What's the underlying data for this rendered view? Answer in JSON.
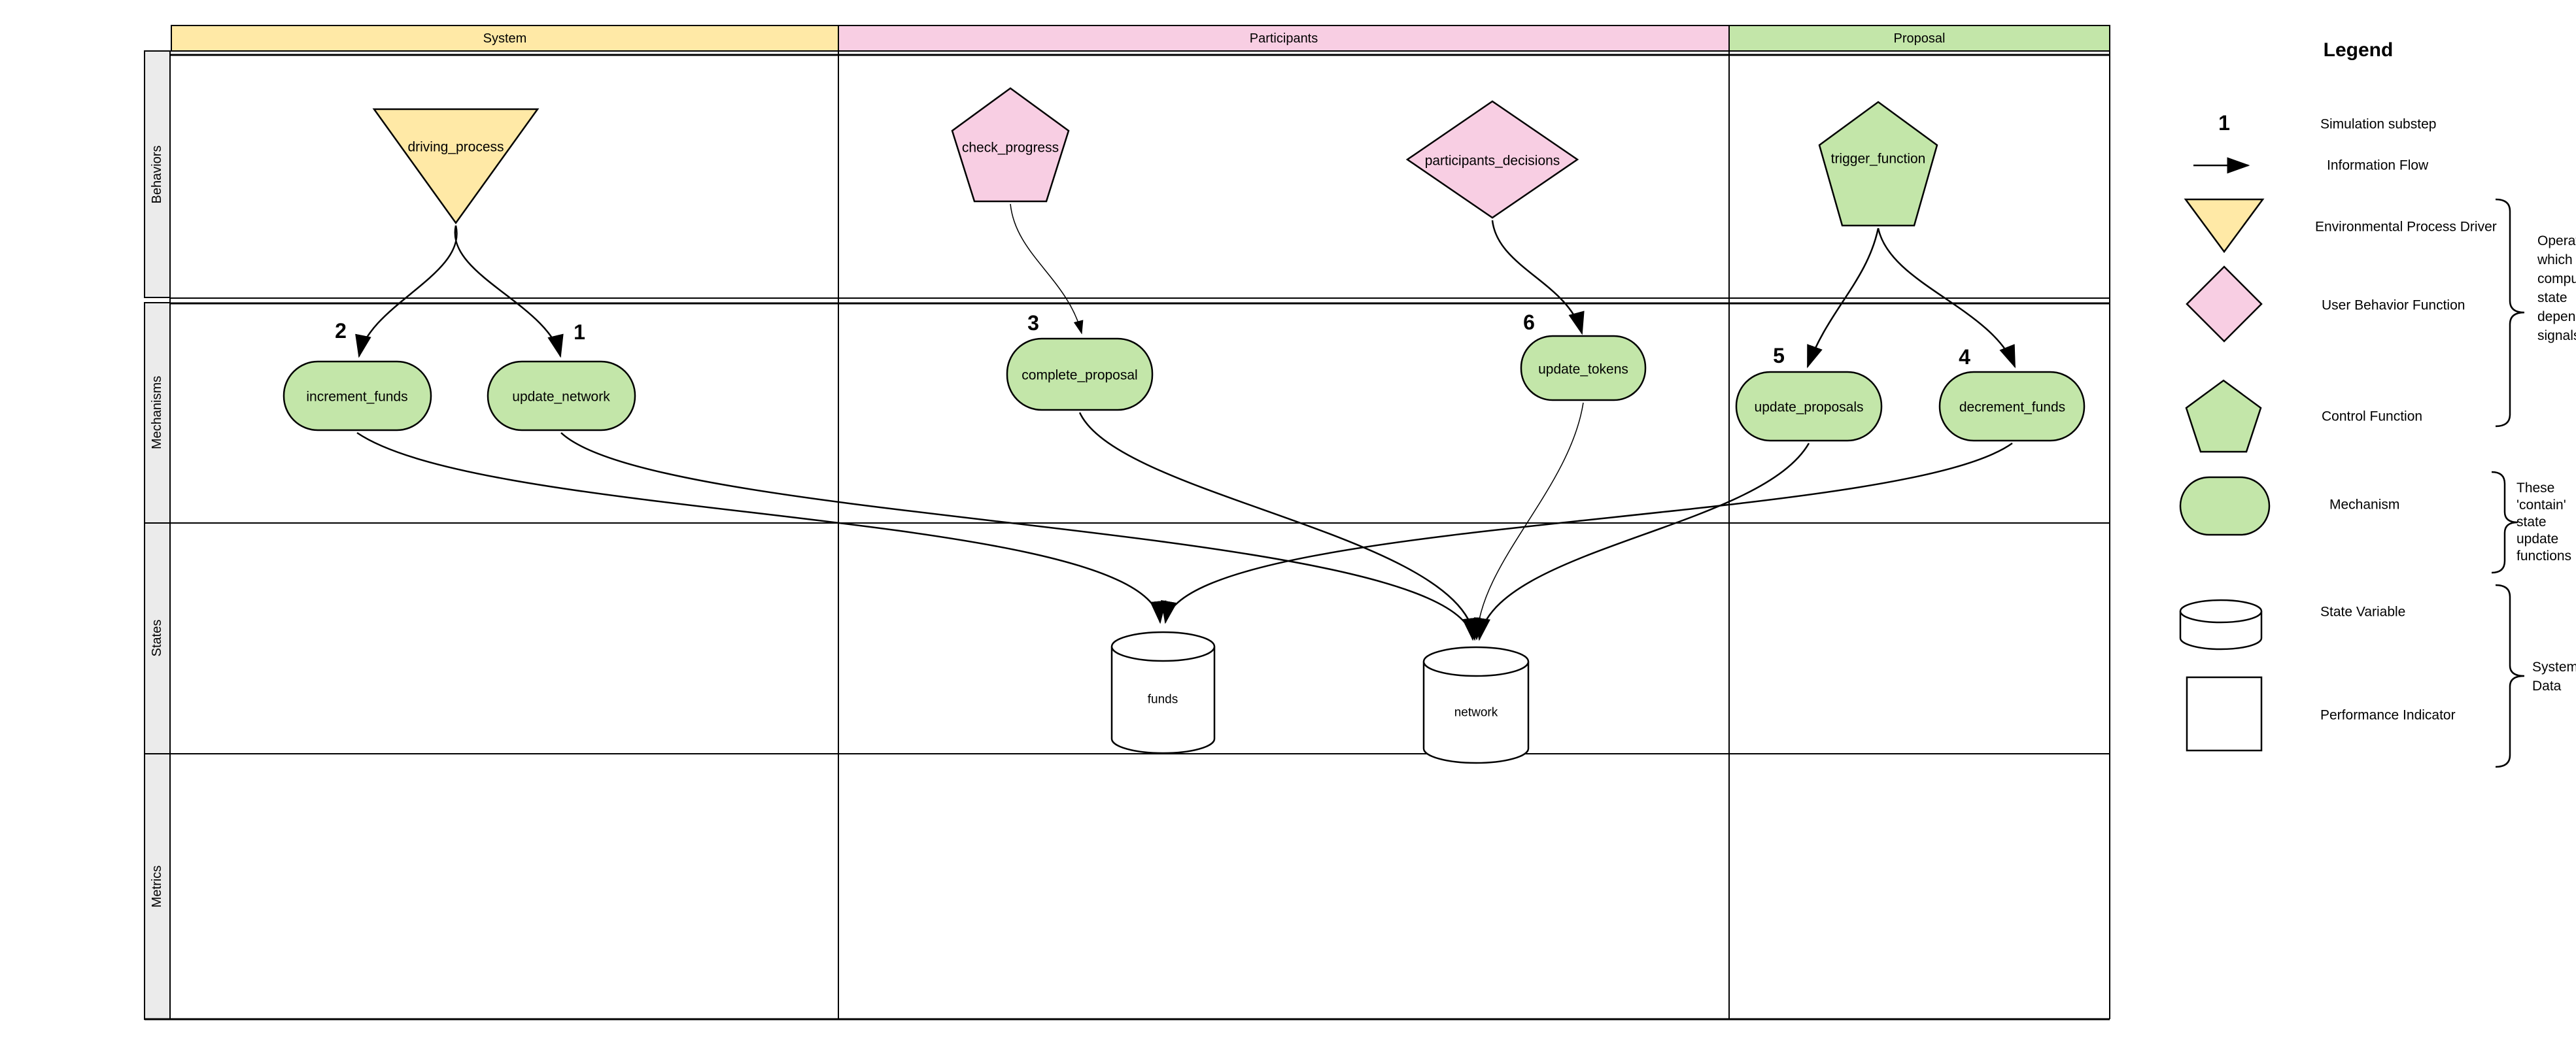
{
  "columns": {
    "system": "System",
    "participants": "Participants",
    "proposal": "Proposal"
  },
  "rows": {
    "behaviors": "Behaviors",
    "mechanisms": "Mechanisms",
    "states": "States",
    "metrics": "Metrics"
  },
  "nodes": {
    "driving_process": "driving_process",
    "check_progress": "check_progress",
    "participants_decisions": "participants_decisions",
    "trigger_function": "trigger_function",
    "increment_funds": "increment_funds",
    "update_network": "update_network",
    "complete_proposal": "complete_proposal",
    "update_tokens": "update_tokens",
    "update_proposals": "update_proposals",
    "decrement_funds": "decrement_funds",
    "funds": "funds",
    "network": "network"
  },
  "substeps": {
    "n1": "1",
    "n2": "2",
    "n3": "3",
    "n4": "4",
    "n5": "5",
    "n6": "6"
  },
  "legend": {
    "title": "Legend",
    "substep_symbol": "1",
    "labels": {
      "simulation_substep": "Simulation substep",
      "information_flow": "Information Flow",
      "environmental_process_driver": "Environmental Process Driver",
      "user_behavior_function": "User Behavior Function",
      "control_function": "Control Function",
      "mechanism": "Mechanism",
      "state_variable": "State Variable",
      "performance_indicator": "Performance Indicator"
    },
    "annotations": {
      "operators": {
        "line1": "Operators",
        "line2": "which",
        "line3": "compute",
        "line4": "state",
        "line5": "dependent",
        "line6": "signals"
      },
      "contain": {
        "line1": "These",
        "line2": "'contain'",
        "line3": "state",
        "line4": "update",
        "line5": "functions"
      },
      "system_data": {
        "line1": "System",
        "line2": "Data"
      }
    }
  },
  "colors": {
    "environmental_driver_fill": "#ffe9a6",
    "user_behavior_fill": "#f8cee3",
    "control_and_mechanism_fill": "#c3e6a9",
    "row_header_bg": "#ebebeb",
    "stroke": "#000000",
    "background": "#ffffff"
  }
}
